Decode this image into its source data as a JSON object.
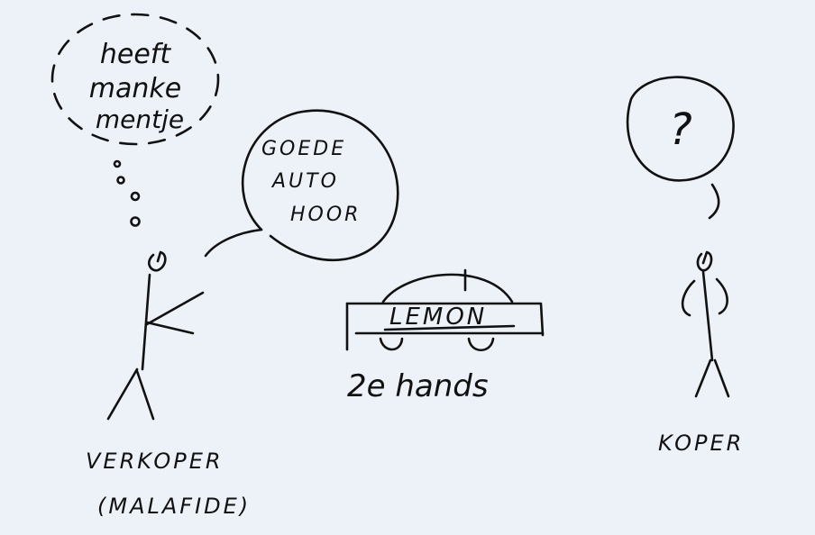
{
  "thought_bubble": {
    "lines": [
      "heeft",
      "manke",
      "mentje"
    ]
  },
  "speech_bubble": {
    "lines": [
      "GOEDE",
      "AUTO",
      "HOOR"
    ]
  },
  "seller_label": {
    "lines": [
      "VERKOPER",
      "(MALAFIDE)"
    ]
  },
  "car": {
    "label": "LEMON",
    "caption": "2e hands"
  },
  "buyer_thought": {
    "symbol": "?"
  },
  "buyer_label": "KOPER"
}
